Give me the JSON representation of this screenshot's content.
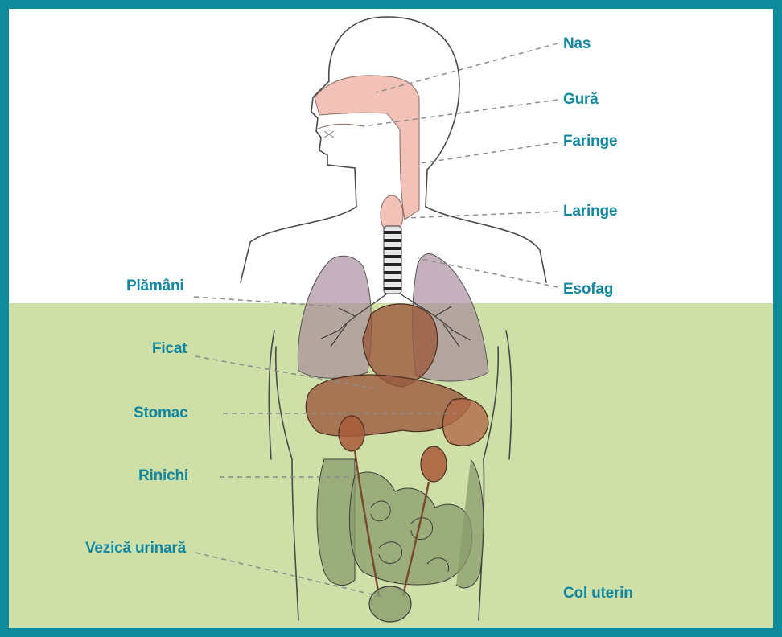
{
  "colors": {
    "frame": "#0e8a9b",
    "label": "#1187a0",
    "lower_background": "#cfdfa8",
    "airway": "#f2c2b8",
    "organs": "#9b5a3d"
  },
  "labels": {
    "nas": "Nas",
    "gura": "Gură",
    "faringe": "Faringe",
    "laringe": "Laringe",
    "esofag": "Esofag",
    "plamani": "Plămâni",
    "ficat": "Ficat",
    "stomac": "Stomac",
    "rinichi": "Rinichi",
    "vezica": "Vezică urinară",
    "col_uterin": "Col uterin"
  }
}
